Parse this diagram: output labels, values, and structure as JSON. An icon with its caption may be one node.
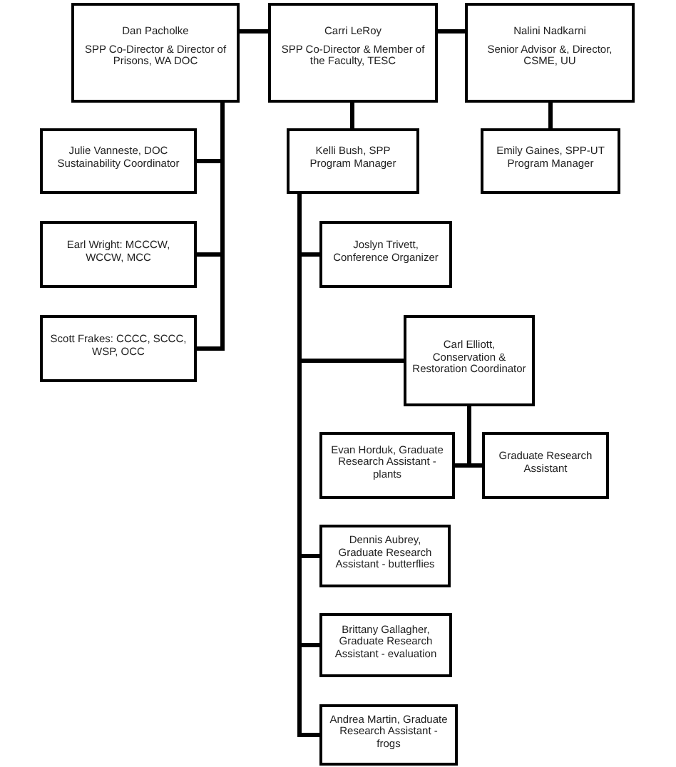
{
  "diagram": {
    "nodes": [
      {
        "text": [
          "Dan Pacholke",
          "SPP Co-Director & Director of Prisons, WA DOC"
        ]
      },
      {
        "text": [
          "Carri LeRoy",
          "SPP Co-Director & Member of the Faculty, TESC"
        ]
      },
      {
        "text": [
          "Nalini Nadkarni",
          "Senior Advisor &, Director, CSME, UU"
        ]
      },
      {
        "text": [
          "Julie Vanneste, DOC Sustainability Coordinator"
        ]
      },
      {
        "text": [
          "Kelli Bush, SPP Program Manager"
        ]
      },
      {
        "text": [
          "Emily Gaines, SPP-UT Program Manager"
        ]
      },
      {
        "text": [
          "Earl Wright: MCCCW, WCCW, MCC"
        ]
      },
      {
        "text": [
          "Joslyn Trivett, Conference Organizer"
        ]
      },
      {
        "text": [
          "Scott Frakes: CCCC, SCCC, WSP, OCC"
        ]
      },
      {
        "text": [
          "Carl Elliott, Conservation & Restoration Coordinator"
        ]
      },
      {
        "text": [
          "Evan Horduk, Graduate Research Assistant - plants"
        ]
      },
      {
        "text": [
          "Graduate Research Assistant"
        ]
      },
      {
        "text": [
          "Dennis Aubrey, Graduate Research Assistant - butterflies"
        ]
      },
      {
        "text": [
          "Brittany Gallagher, Graduate Research Assistant - evaluation"
        ]
      },
      {
        "text": [
          "Andrea Martin, Graduate Research Assistant - frogs"
        ]
      }
    ],
    "edges": [
      {
        "from": 0,
        "to": 1,
        "arrow": "none"
      },
      {
        "from": 1,
        "to": 2,
        "arrow": "none"
      },
      {
        "from": 0,
        "to": 3,
        "arrow": "none"
      },
      {
        "from": 0,
        "to": 6,
        "arrow": "none"
      },
      {
        "from": 0,
        "to": 8,
        "arrow": "none"
      },
      {
        "from": 1,
        "to": 4,
        "arrow": "none"
      },
      {
        "from": 2,
        "to": 5,
        "arrow": "none"
      },
      {
        "from": 4,
        "to": 7,
        "arrow": "none"
      },
      {
        "from": 4,
        "to": 9,
        "arrow": "none"
      },
      {
        "from": 4,
        "to": 12,
        "arrow": "none"
      },
      {
        "from": 4,
        "to": 13,
        "arrow": "none"
      },
      {
        "from": 4,
        "to": 14,
        "arrow": "none"
      },
      {
        "from": 9,
        "to": 10,
        "arrow": "none"
      },
      {
        "from": 9,
        "to": 11,
        "arrow": "none"
      }
    ]
  }
}
